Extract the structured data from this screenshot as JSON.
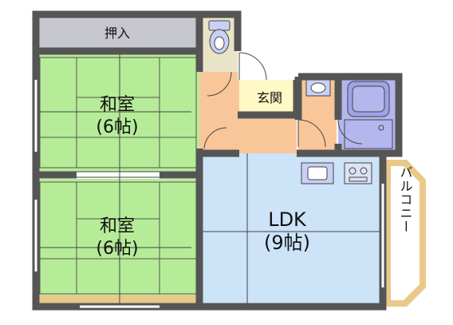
{
  "rooms": {
    "closet": {
      "label": "押入"
    },
    "washitsu_top": {
      "name": "和室",
      "size": "(6帖)"
    },
    "washitsu_bottom": {
      "name": "和室",
      "size": "(6帖)"
    },
    "entrance": {
      "label": "玄関"
    },
    "ldk": {
      "name": "LDK",
      "size": "(9帖)"
    },
    "balcony": {
      "label": "バルコニー"
    }
  },
  "colors": {
    "tatami": "#b6ec98",
    "closet": "#c6c6cf",
    "hall": "#f9c699",
    "ldk": "#cce3f8",
    "bath": "#b4b6ee",
    "balcony": "#e9c98a",
    "entrance": "#fef9c5",
    "wall": "#555555"
  }
}
